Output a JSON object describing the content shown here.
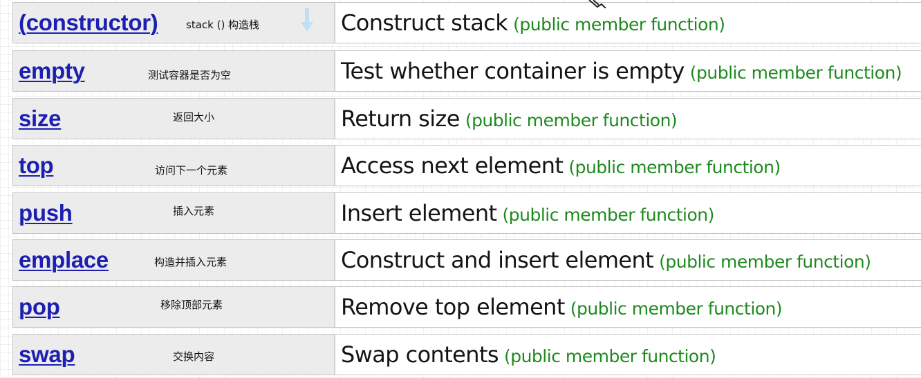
{
  "rows": [
    {
      "name": "(constructor)",
      "note": "stack () 构造栈",
      "description": "Construct stack",
      "kind": "(public member function)"
    },
    {
      "name": "empty",
      "note": "测试容器是否为空",
      "description": "Test whether container is empty",
      "kind": "(public member function)"
    },
    {
      "name": "size",
      "note": "返回大小",
      "description": "Return size",
      "kind": "(public member function)"
    },
    {
      "name": "top",
      "note": "访问下一个元素",
      "description": "Access next element",
      "kind": "(public member function)"
    },
    {
      "name": "push",
      "note": "插入元素",
      "description": "Insert element",
      "kind": "(public member function)"
    },
    {
      "name": "emplace",
      "note": "构造并插入元素",
      "description": "Construct and insert element",
      "kind": "(public member function)"
    },
    {
      "name": "pop",
      "note": "移除顶部元素",
      "description": "Remove top element",
      "kind": "(public member function)"
    },
    {
      "name": "swap",
      "note": "交换内容",
      "description": "Swap contents",
      "kind": "(public member function)"
    }
  ],
  "colors": {
    "link": "#1c1fb0",
    "member_kind": "#1e8a1e",
    "left_cell_bg": "#ececec",
    "row_border": "#c4c4c4"
  },
  "icons": [
    "down-arrow-icon",
    "mouse-cursor-icon"
  ]
}
